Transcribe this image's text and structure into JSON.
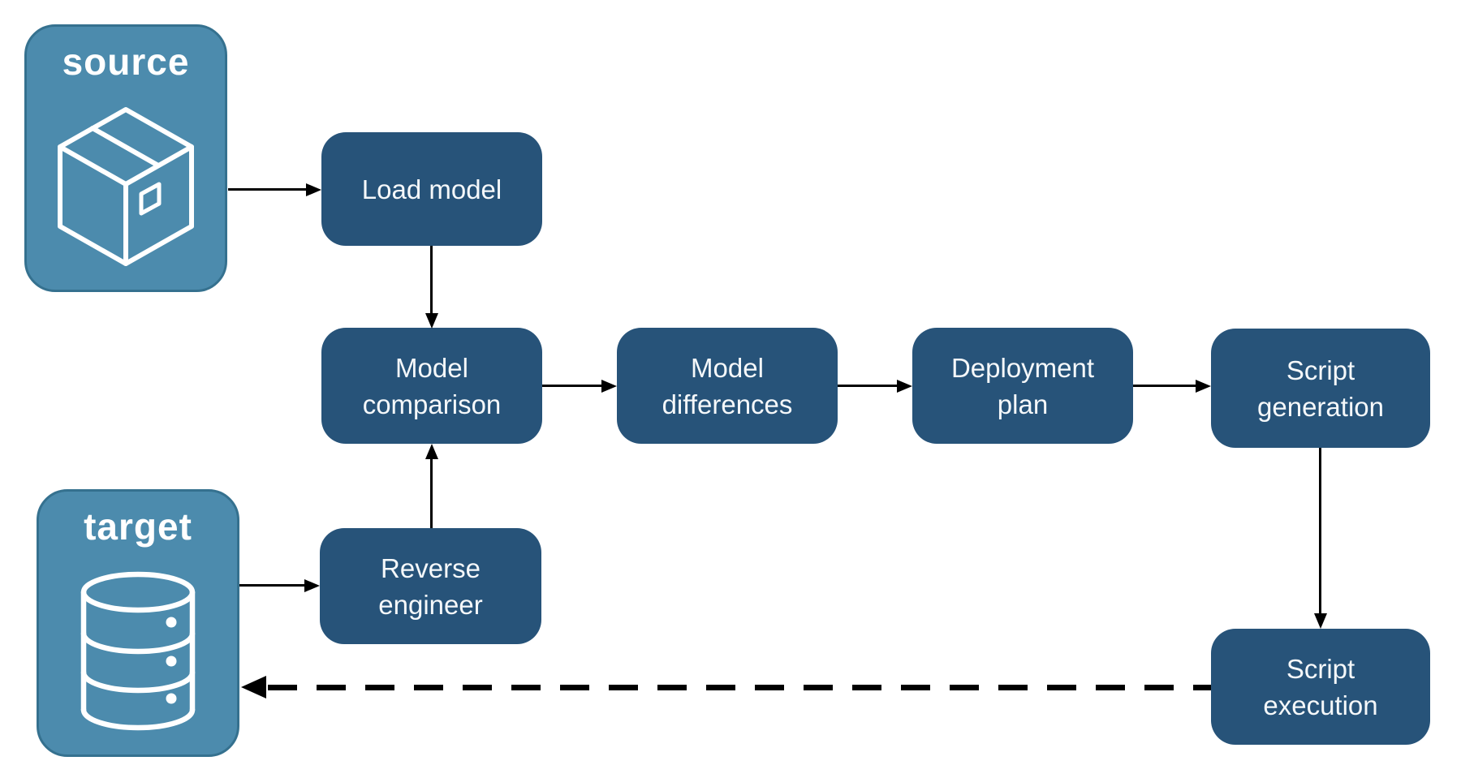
{
  "colors": {
    "entity_fill": "#4C8BAD",
    "entity_border": "#35718F",
    "node_fill": "#275379",
    "label_text": "#FFFFFF",
    "arrow": "#000000",
    "background": "#FFFFFF"
  },
  "entities": {
    "source": {
      "label": "source",
      "icon": "package-icon"
    },
    "target": {
      "label": "target",
      "icon": "database-icon"
    }
  },
  "nodes": {
    "load_model": {
      "label": "Load model"
    },
    "model_comparison": {
      "label": "Model\ncomparison"
    },
    "model_differences": {
      "label": "Model\ndifferences"
    },
    "deployment_plan": {
      "label": "Deployment\nplan"
    },
    "script_generation": {
      "label": "Script\ngeneration"
    },
    "reverse_engineer": {
      "label": "Reverse\nengineer"
    },
    "script_execution": {
      "label": "Script\nexecution"
    }
  },
  "edges": [
    {
      "from": "source",
      "to": "load_model",
      "style": "solid"
    },
    {
      "from": "load_model",
      "to": "model_comparison",
      "style": "solid"
    },
    {
      "from": "model_comparison",
      "to": "model_differences",
      "style": "solid"
    },
    {
      "from": "model_differences",
      "to": "deployment_plan",
      "style": "solid"
    },
    {
      "from": "deployment_plan",
      "to": "script_generation",
      "style": "solid"
    },
    {
      "from": "script_generation",
      "to": "script_execution",
      "style": "solid"
    },
    {
      "from": "target",
      "to": "reverse_engineer",
      "style": "solid"
    },
    {
      "from": "reverse_engineer",
      "to": "model_comparison",
      "style": "solid"
    },
    {
      "from": "script_execution",
      "to": "target",
      "style": "dashed"
    }
  ]
}
